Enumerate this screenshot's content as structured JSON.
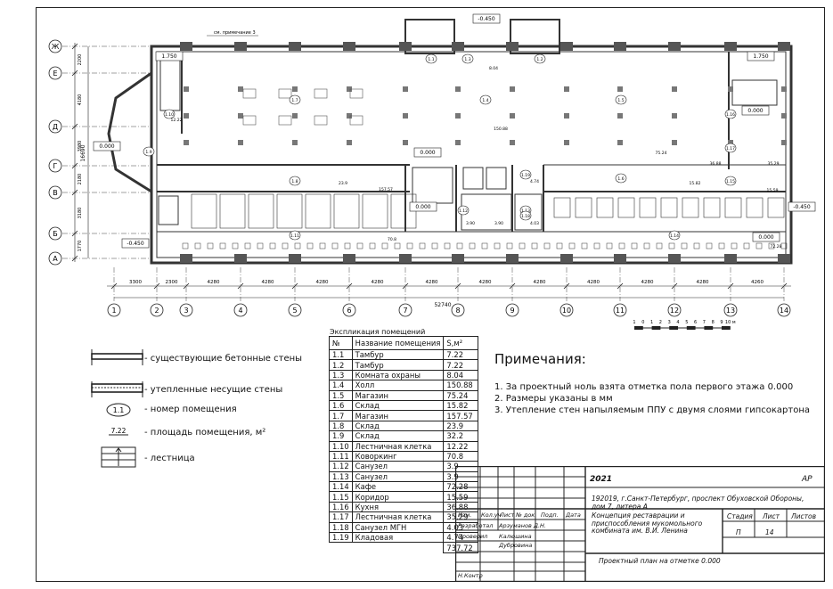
{
  "plan": {
    "grid_columns": [
      "1",
      "2",
      "3",
      "4",
      "5",
      "6",
      "7",
      "8",
      "9",
      "10",
      "11",
      "12",
      "13",
      "14"
    ],
    "grid_rows": [
      "Ж",
      "Е",
      "Д",
      "Г",
      "В",
      "Б",
      "А"
    ],
    "spans": [
      "3300",
      "2300",
      "4280",
      "4280",
      "4280",
      "4280",
      "4280",
      "4280",
      "4280",
      "4280",
      "4280",
      "4280",
      "4260"
    ],
    "total_length": "52740",
    "left_dims": [
      "2200",
      "4180",
      "3980",
      "2180",
      "3180",
      "1770"
    ],
    "total_height": "16690",
    "levels": [
      "-0.450",
      "1.750",
      "1.750",
      "0.000",
      "0.000",
      "0.000",
      "0.000",
      "1.750",
      "-0.450",
      "0.000",
      "-0.450"
    ],
    "room_tags": [
      "1.1",
      "1.2",
      "1.3",
      "1.4",
      "1.5",
      "1.6",
      "1.7",
      "1.8",
      "1.9",
      "1.10",
      "1.11",
      "1.12",
      "1.13",
      "1.14",
      "1.15",
      "1.16",
      "1.17",
      "1.18",
      "1.19"
    ],
    "areas_on_plan": [
      "12.22",
      "8.04",
      "23.9",
      "157.57",
      "70.8",
      "150.88",
      "75.24",
      "15.82",
      "36.88",
      "35.29",
      "15.59",
      "72.28",
      "4.74",
      "3.90",
      "3.90",
      "4.03"
    ],
    "note_ref": "см. примечание 3",
    "scale_ticks": [
      "1",
      "0",
      "1",
      "2",
      "3",
      "4",
      "5",
      "6",
      "7",
      "8",
      "9",
      "10 м"
    ]
  },
  "legend": [
    {
      "label": "- существующие бетонные стены"
    },
    {
      "label": "- утепленные несущие стены"
    },
    {
      "symbol": "1.1",
      "label": "- номер помещения"
    },
    {
      "symbol": "7.22",
      "label": "- площадь помещения, м²"
    },
    {
      "label": "- лестница"
    }
  ],
  "explication": {
    "title": "Экспликация помещений",
    "headers": [
      "№",
      "Название помещения",
      "S,м²"
    ],
    "rows": [
      [
        "1.1",
        "Тамбур",
        "7.22"
      ],
      [
        "1.2",
        "Тамбур",
        "7.22"
      ],
      [
        "1.3",
        "Комната охраны",
        "8.04"
      ],
      [
        "1.4",
        "Холл",
        "150.88"
      ],
      [
        "1.5",
        "Магазин",
        "75.24"
      ],
      [
        "1.6",
        "Склад",
        "15.82"
      ],
      [
        "1.7",
        "Магазин",
        "157.57"
      ],
      [
        "1.8",
        "Склад",
        "23.9"
      ],
      [
        "1.9",
        "Склад",
        "32.2"
      ],
      [
        "1.10",
        "Лестничная клетка",
        "12.22"
      ],
      [
        "1.11",
        "Коворкинг",
        "70.8"
      ],
      [
        "1.12",
        "Санузел",
        "3.9"
      ],
      [
        "1.13",
        "Санузел",
        "3.9"
      ],
      [
        "1.14",
        "Кафе",
        "72.28"
      ],
      [
        "1.15",
        "Коридор",
        "15.59"
      ],
      [
        "1.16",
        "Кухня",
        "36.88"
      ],
      [
        "1.17",
        "Лестничная клетка",
        "35.29"
      ],
      [
        "1.18",
        "Санузел МГН",
        "4.03"
      ],
      [
        "1.19",
        "Кладовая",
        "4.74"
      ]
    ],
    "total": "737.72"
  },
  "notes": {
    "title": "Примечания:",
    "items": [
      "1. За проектный ноль взята отметка пола первого этажа 0.000",
      "2. Размеры указаны в мм",
      "3. Утепление стен напыляемым ППУ с двумя слоями гипсокартона"
    ]
  },
  "title_block": {
    "year": "2021",
    "code": "АР",
    "address": "192019, г.Санкт-Петербург, проспект Обуховской Обороны, дом 7, литера А",
    "headers": [
      "Изм.",
      "Кол.уч",
      "Лист",
      "№ док.",
      "Подп.",
      "Дата"
    ],
    "roles": [
      {
        "role": "Разработал",
        "name": "Арзуманов Д.Н."
      },
      {
        "role": "Проверил",
        "name": "Калюшина"
      },
      {
        "role": "",
        "name": "Дубровина"
      }
    ],
    "n_kontr": "Н.Контр",
    "project": "Концепция реставрации и приспособления мукомольного комбината им. В.И. Ленина",
    "stage_head": "Стадия",
    "sheet_head": "Лист",
    "sheets_head": "Листов",
    "stage": "П",
    "sheet": "14",
    "sheets": "",
    "drawing_title": "Проектный план на отметке 0.000"
  }
}
